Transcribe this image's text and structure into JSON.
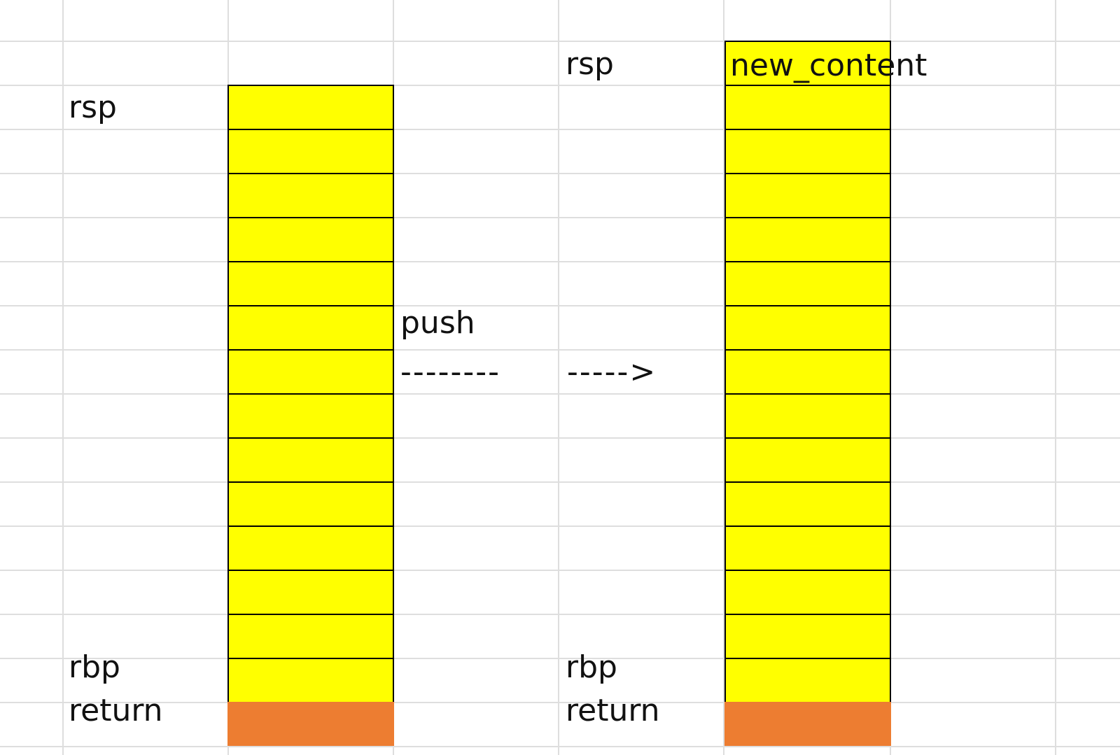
{
  "colors": {
    "stack_cell": "#ffff00",
    "return_cell": "#ed7d31",
    "grid": "#dedede",
    "border": "#000000"
  },
  "left_stack": {
    "cell_count": 14,
    "labels": {
      "rsp": "rsp",
      "rbp": "rbp",
      "return": "return"
    }
  },
  "right_stack": {
    "cell_count": 15,
    "top_cell_text": "new_content",
    "labels": {
      "rsp": "rsp",
      "rbp": "rbp",
      "return": "return"
    }
  },
  "operation": {
    "label": "push",
    "arrow_part1": "--------",
    "arrow_part2": "----->"
  }
}
